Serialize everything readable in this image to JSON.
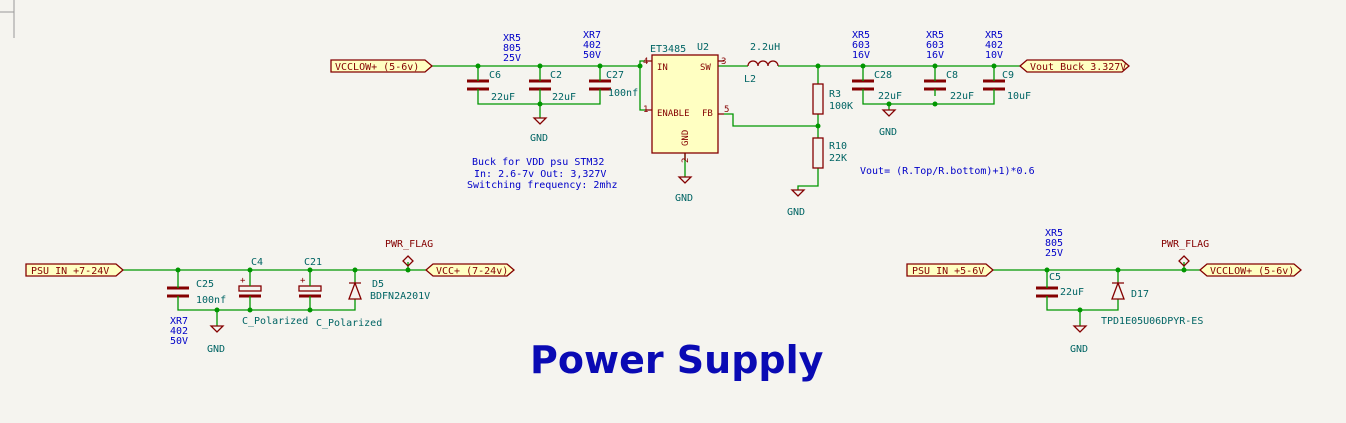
{
  "title": "Power Supply",
  "buck_note": {
    "line1": "Buck for VDD psu STM32",
    "line2": "In: 2.6-7v Out: 3,327V",
    "line3": "Switching frequency: 2mhz"
  },
  "formula": "Vout= (R.Top/R.bottom)+1)*0.6",
  "labels": {
    "vcclow_in": "VCCLOW+ (5-6v)",
    "vout_buck": "Vout_Buck_3.327V",
    "psu_in_24": "PSU_IN_+7-24V",
    "vcc_out": "VCC+ (7-24v)",
    "psu_in_5": "PSU_IN_+5-6V",
    "vcclow_out": "VCCLOW+ (5-6v)"
  },
  "power": {
    "gnd": "GND",
    "pwr_flag": "PWR_FLAG"
  },
  "u2": {
    "ref": "U2",
    "value": "ET3485",
    "pin_in": "IN",
    "pin_sw": "SW",
    "pin_enable": "ENABLE",
    "pin_fb": "FB",
    "pin_gnd": "GND",
    "num_in": "4",
    "num_sw": "3",
    "num_enable": "1",
    "num_fb": "5",
    "num_gnd": "2"
  },
  "l2": {
    "ref": "L2",
    "value": "2.2uH"
  },
  "r3": {
    "ref": "R3",
    "value": "100K"
  },
  "r10": {
    "ref": "R10",
    "value": "22K"
  },
  "c6": {
    "ref": "C6",
    "value": "22uF",
    "d1": "XR5",
    "d2": "805",
    "d3": "25V"
  },
  "c2": {
    "ref": "C2",
    "value": "22uF"
  },
  "c27": {
    "ref": "C27",
    "value": "100nf",
    "d1": "XR7",
    "d2": "402",
    "d3": "50V"
  },
  "c28": {
    "ref": "C28",
    "value": "22uF",
    "d1": "XR5",
    "d2": "603",
    "d3": "16V"
  },
  "c8": {
    "ref": "C8",
    "value": "22uF",
    "d1": "XR5",
    "d2": "603",
    "d3": "16V"
  },
  "c9": {
    "ref": "C9",
    "value": "10uF",
    "d1": "XR5",
    "d2": "402",
    "d3": "10V"
  },
  "c25": {
    "ref": "C25",
    "value": "100nf",
    "d1": "XR7",
    "d2": "402",
    "d3": "50V"
  },
  "c4": {
    "ref": "C4",
    "value": "C_Polarized"
  },
  "c21": {
    "ref": "C21",
    "value": "C_Polarized"
  },
  "d5": {
    "ref": "D5",
    "value": "BDFN2A201V"
  },
  "c5": {
    "ref": "C5",
    "value": "22uF",
    "d1": "XR5",
    "d2": "805",
    "d3": "25V"
  },
  "d17": {
    "ref": "D17",
    "value": "TPD1E05U06DPYR-ES"
  }
}
